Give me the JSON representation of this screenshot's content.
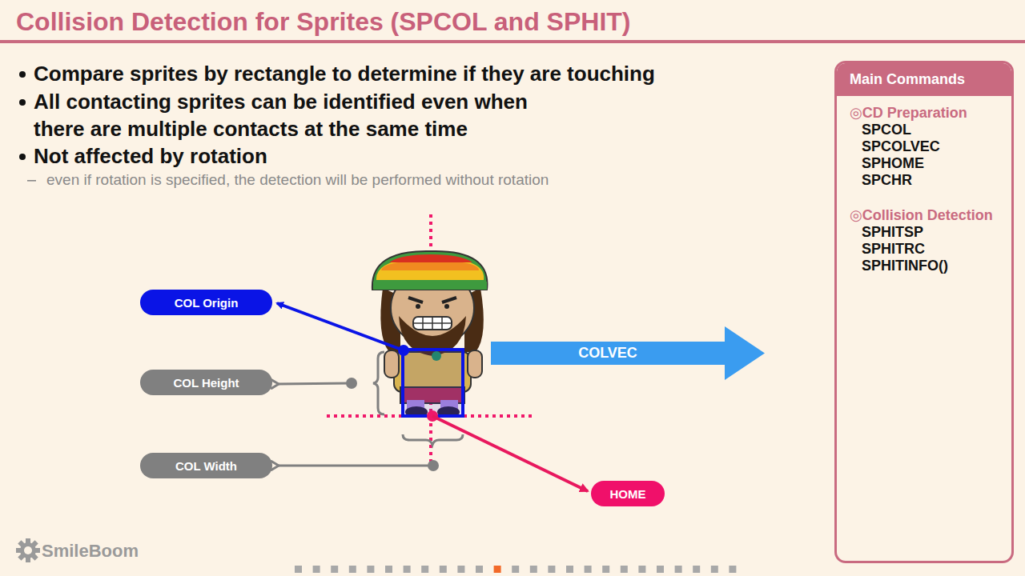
{
  "diagram": {
    "title": "Collision Detection for Sprites (SPCOL and SPHIT)",
    "nodes": [
      {
        "text": [
          "COL Origin"
        ]
      },
      {
        "text": [
          "COL Height"
        ]
      },
      {
        "text": [
          "COL Width"
        ]
      },
      {
        "text": [
          "HOME"
        ]
      },
      {
        "text": [
          "COLVEC"
        ]
      },
      {
        "text": [
          "Main Commands",
          "◎CD Preparation",
          "SPCOL",
          "SPCOLVEC",
          "SPHOME",
          "SPCHR",
          "◎Collision Detection",
          "SPHITSP",
          "SPHITRC",
          "SPHITINFO()"
        ]
      }
    ],
    "labels": [
      "Compare sprites by rectangle to determine if they are touching",
      "All contacting sprites can be identified even when there are multiple contacts at the same time",
      "Not affected by rotation",
      "even if rotation is specified, the detection will be performed without rotation",
      "SmileBoom"
    ]
  }
}
